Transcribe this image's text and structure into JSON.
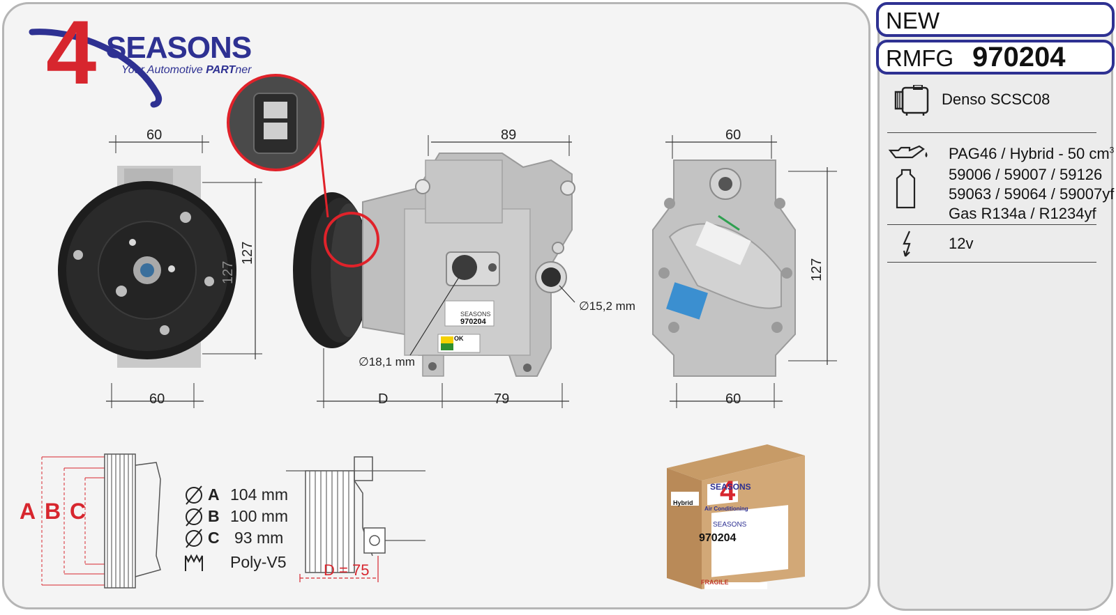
{
  "brand": {
    "digit": "4",
    "name": "SEASONS",
    "tagline_prefix": "Your Automotive ",
    "tagline_bold": "PART",
    "tagline_suffix": "ner",
    "color_blue": "#2e3192",
    "color_red": "#d7262e"
  },
  "header": {
    "condition": "NEW",
    "ref_label": "RMFG",
    "ref_number": "970204"
  },
  "specs": {
    "compressor": "Denso SCSC08",
    "oil_line1": "PAG46 / Hybrid - 50 cm",
    "oil_sup": "3",
    "oil_line2": "59006 / 59007 / 59126",
    "oil_line3": "59063 / 59064 / 59007yf",
    "gas": "Gas R134a / R1234yf",
    "voltage": "12v"
  },
  "dimensions": {
    "front_top": "60",
    "front_bottom": "60",
    "front_height": "127",
    "front_height_faint": "127",
    "side_top": "89",
    "side_d": "D",
    "side_bottom": "79",
    "port_large": "∅15,2 mm",
    "port_small": "∅18,1 mm",
    "rear_top": "60",
    "rear_bottom": "60",
    "rear_height": "127"
  },
  "pulley": {
    "letters": [
      "A",
      "B",
      "C"
    ],
    "a_letter": "A",
    "a_value": "104 mm",
    "b_letter": "B",
    "b_value": "100 mm",
    "c_letter": "C",
    "c_value": "93 mm",
    "groove": "Poly-V5",
    "d_value": "D = 75"
  },
  "labels": {
    "unit_num": "970204",
    "unit_brand": "SEASONS",
    "ok": "OK",
    "box_brand": "SEASONS",
    "box_hybrid": "Hybrid",
    "box_sub": "Air Conditioning",
    "box_num": "970204",
    "box_fragile": "FRAGILE"
  }
}
